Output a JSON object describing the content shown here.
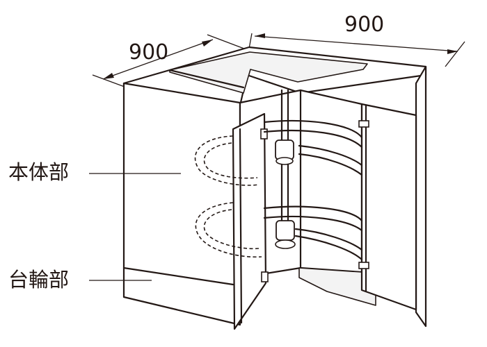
{
  "dimensions": {
    "width_left": "900",
    "width_right": "900"
  },
  "labels": {
    "body_part": "本体部",
    "base_part": "台輪部"
  }
}
